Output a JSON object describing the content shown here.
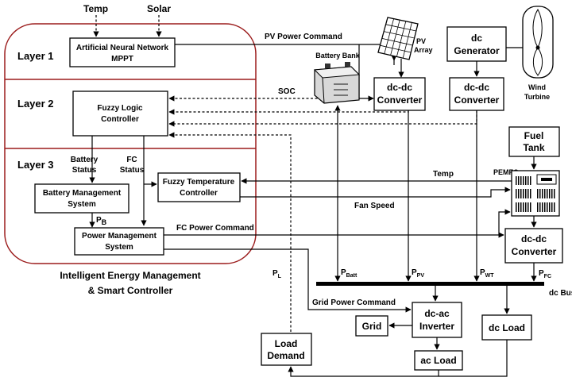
{
  "inputs": {
    "temp": "Temp",
    "solar": "Solar"
  },
  "layers": {
    "l1": "Layer 1",
    "l2": "Layer 2",
    "l3": "Layer 3"
  },
  "controller": {
    "ann_l1": "Artificial Neural Network",
    "ann_l2": "MPPT",
    "flc_l1": "Fuzzy Logic",
    "flc_l2": "Controller",
    "battery_status_l1": "Battery",
    "battery_status_l2": "Status",
    "fc_status_l1": "FC",
    "fc_status_l2": "Status",
    "bms_l1": "Battery Management",
    "bms_l2": "System",
    "ftc_l1": "Fuzzy Temperature",
    "ftc_l2": "Controller",
    "pms_l1": "Power Management",
    "pms_l2": "System",
    "pb_main": "P",
    "pb_sub": "B",
    "title_l1": "Intelligent Energy Management",
    "title_l2": "& Smart Controller"
  },
  "signals": {
    "pv_cmd": "PV Power Command",
    "soc": "SOC",
    "temp": "Temp",
    "fan_speed": "Fan Speed",
    "fc_cmd": "FC Power Command",
    "grid_cmd": "Grid Power Command"
  },
  "components": {
    "battery_bank": "Battery Bank",
    "pv_l1": "PV",
    "pv_l2": "Array",
    "dcdc_pv_l1": "dc-dc",
    "dcdc_pv_l2": "Converter",
    "dc_gen_l1": "dc",
    "dc_gen_l2": "Generator",
    "dcdc_wind_l1": "dc-dc",
    "dcdc_wind_l2": "Converter",
    "wind_l1": "Wind",
    "wind_l2": "Turbine",
    "fuel_l1": "Fuel",
    "fuel_l2": "Tank",
    "pemfc": "PEMFC",
    "dcdc_fc_l1": "dc-dc",
    "dcdc_fc_l2": "Converter",
    "dcac_l1": "dc-ac",
    "dcac_l2": "Inverter",
    "grid": "Grid",
    "dc_load": "dc Load",
    "ac_load": "ac Load",
    "load_demand_l1": "Load",
    "load_demand_l2": "Demand"
  },
  "bus": {
    "label": "dc Bus",
    "p_batt_main": "P",
    "p_batt_sub": "Batt",
    "p_pv_main": "P",
    "p_pv_sub": "PV",
    "p_wt_main": "P",
    "p_wt_sub": "WT",
    "p_fc_main": "P",
    "p_fc_sub": "FC",
    "p_l_main": "P",
    "p_l_sub": "L"
  }
}
